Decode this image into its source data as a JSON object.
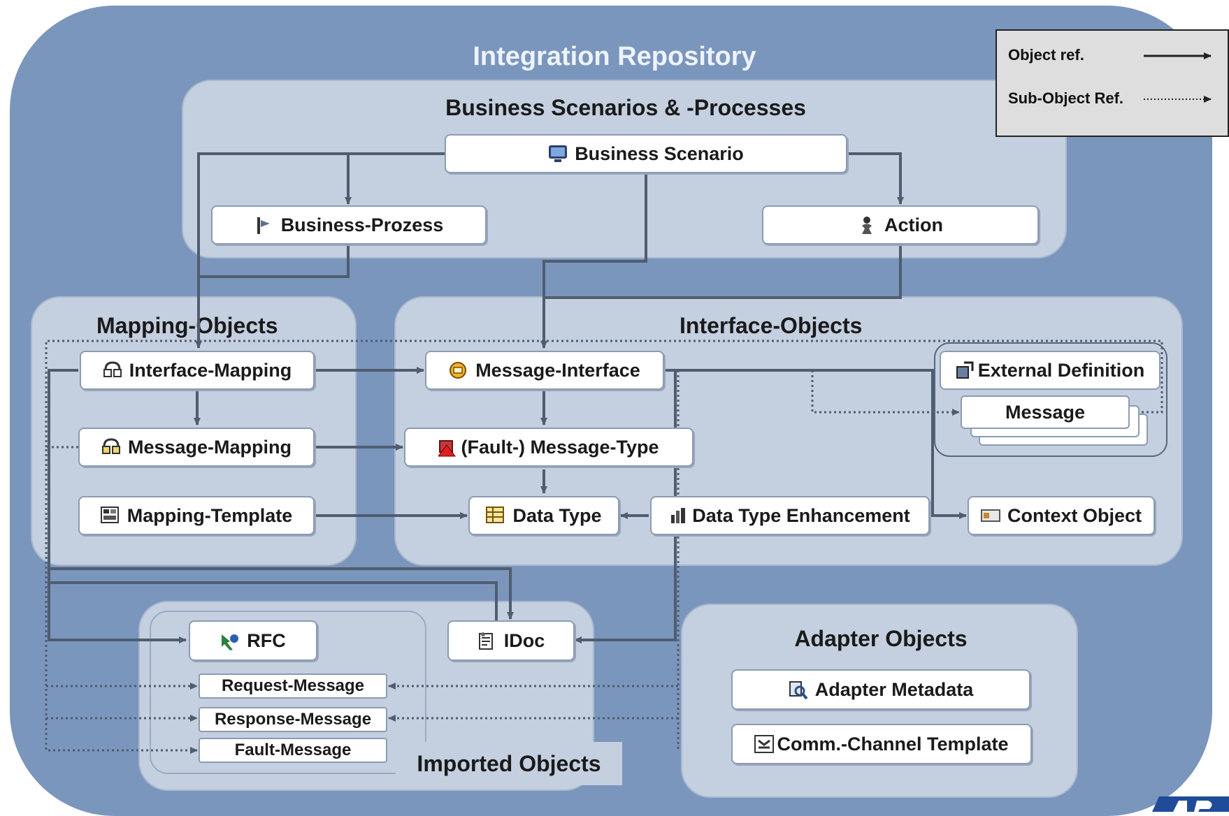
{
  "title": "Integration Repository",
  "legend": {
    "object_ref": "Object ref.",
    "sub_object_ref": "Sub-Object Ref."
  },
  "sections": {
    "business": "Business Scenarios & -Processes",
    "mapping": "Mapping-Objects",
    "interface": "Interface-Objects",
    "adapter": "Adapter Objects",
    "imported": "Imported Objects"
  },
  "nodes": {
    "business_scenario": "Business Scenario",
    "business_prozess": "Business-Prozess",
    "action": "Action",
    "interface_mapping": "Interface-Mapping",
    "message_mapping": "Message-Mapping",
    "mapping_template": "Mapping-Template",
    "message_interface": "Message-Interface",
    "fault_message_type": "(Fault-) Message-Type",
    "data_type": "Data Type",
    "data_type_enhancement": "Data Type Enhancement",
    "external_definition": "External Definition",
    "message": "Message",
    "context_object": "Context Object",
    "rfc": "RFC",
    "idoc": "IDoc",
    "request_message": "Request-Message",
    "response_message": "Response-Message",
    "fault_message": "Fault-Message",
    "adapter_metadata": "Adapter Metadata",
    "comm_channel_template": "Comm.-Channel Template"
  },
  "colors": {
    "outer": "#7b96bd",
    "section": "#c4cfe0",
    "line": "#4f5d6f",
    "title": "#eef3fb"
  },
  "icons": {
    "business_scenario": "monitor-icon",
    "business_prozess": "process-flag-icon",
    "action": "action-figure-icon",
    "interface_mapping": "mapping-glasses-icon",
    "message_interface": "interface-coin-icon",
    "data_type": "grid-table-icon",
    "data_type_enhancement": "bar-enhancement-icon",
    "external_definition": "external-box-icon",
    "context_object": "context-card-icon",
    "rfc": "rfc-arrow-icon",
    "idoc": "idoc-document-icon",
    "adapter_metadata": "magnifier-icon",
    "comm_channel_template": "channel-template-icon"
  }
}
